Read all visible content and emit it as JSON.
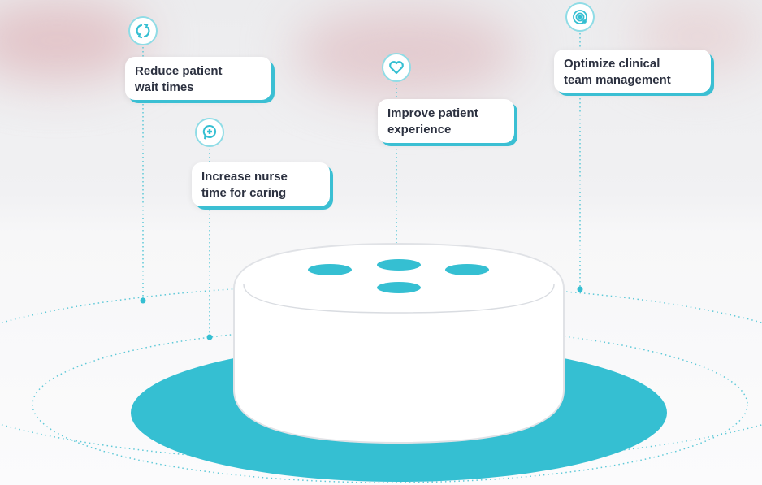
{
  "colors": {
    "accent": "#35bfd2",
    "text": "#2c3140"
  },
  "benefits": [
    {
      "icon": "refresh-icon",
      "line1": "Reduce patient",
      "line2": "wait times"
    },
    {
      "icon": "chat-plus-icon",
      "line1": "Increase nurse",
      "line2": "time for caring"
    },
    {
      "icon": "heart-icon",
      "line1": "Improve patient",
      "line2": "experience"
    },
    {
      "icon": "target-icon",
      "line1": "Optimize clinical",
      "line2": "team management"
    }
  ]
}
